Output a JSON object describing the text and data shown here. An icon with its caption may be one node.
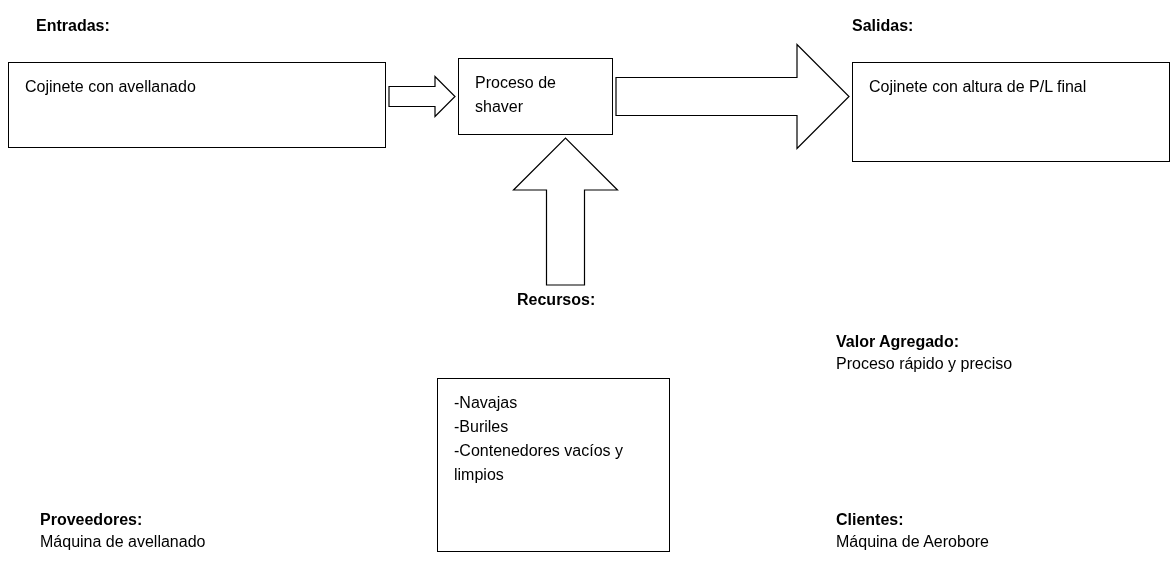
{
  "diagram": {
    "nodes": [
      {
        "text": [
          "Entradas:",
          "Cojinete con avellanado"
        ]
      },
      {
        "text": [
          "Proceso de shaver"
        ]
      },
      {
        "text": [
          "Salidas:",
          "Cojinete con altura de P/L final"
        ]
      },
      {
        "text": [
          "Recursos:",
          "-Navajas",
          "-Buriles",
          "-Contenedores vacíos y limpios"
        ]
      }
    ],
    "edges": [
      {
        "from": 0,
        "to": 1,
        "arrow": "to"
      },
      {
        "from": 1,
        "to": 2,
        "arrow": "to"
      },
      {
        "from": 3,
        "to": 1,
        "arrow": "to"
      }
    ],
    "labels": [
      "Valor Agregado:",
      "Proceso rápido y preciso",
      "Proveedores:",
      "Máquina de avellanado",
      "Clientes:",
      "Máquina de Aerobore"
    ]
  }
}
